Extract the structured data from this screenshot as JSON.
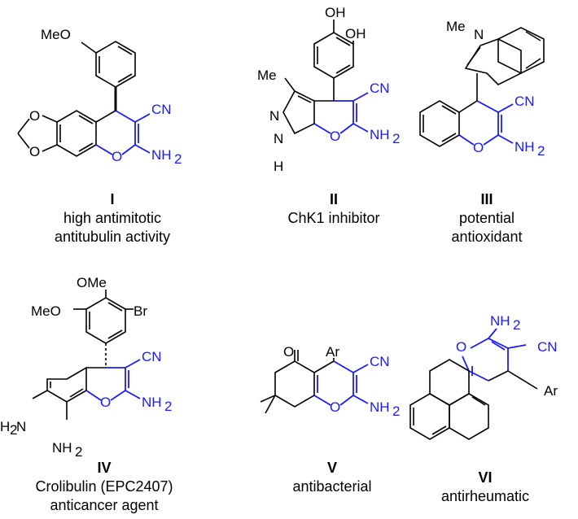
{
  "compounds": [
    {
      "id": "I",
      "desc": [
        "high antimitotic",
        "antitubulin activity"
      ]
    },
    {
      "id": "II",
      "desc": [
        "ChK1 inhibitor"
      ]
    },
    {
      "id": "III",
      "desc": [
        "potential",
        "antioxidant"
      ]
    },
    {
      "id": "IV",
      "desc": [
        "Crolibulin (EPC2407)",
        "anticancer agent"
      ]
    },
    {
      "id": "V",
      "desc": [
        "antibacterial"
      ]
    },
    {
      "id": "VI",
      "desc": [
        "antirheumatic"
      ]
    }
  ],
  "atoms": {
    "meo": "MeO",
    "cn": "CN",
    "nh2": "NH",
    "o": "O",
    "oh": "OH",
    "me": "Me",
    "n": "N",
    "h": "H",
    "ome": "OMe",
    "br": "Br",
    "h2n": "H",
    "nh2b": "NH",
    "ar": "Ar",
    "sub2": "2"
  },
  "colors": {
    "scaffold": "#1a1aff",
    "bonds": "#000000"
  }
}
